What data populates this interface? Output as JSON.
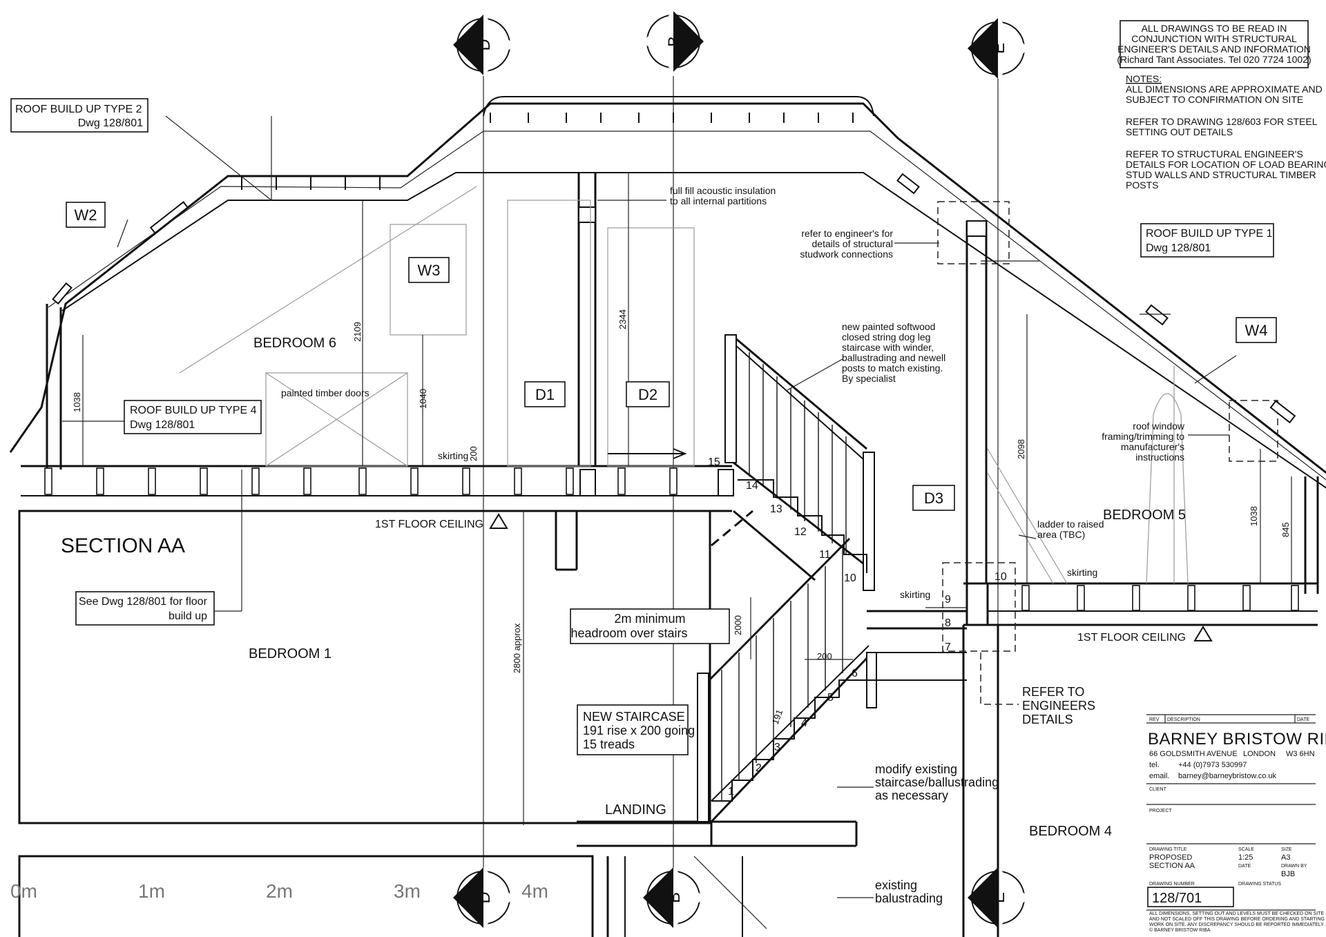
{
  "section_title": "SECTION AA",
  "grid_markers": [
    {
      "label": "D",
      "id": "top-d"
    },
    {
      "label": "B",
      "id": "top-b"
    },
    {
      "label": "E",
      "id": "top-e"
    },
    {
      "label": "D",
      "id": "bottom-d"
    },
    {
      "label": "B",
      "id": "bottom-b"
    },
    {
      "label": "E",
      "id": "bottom-e"
    }
  ],
  "general_notes": {
    "box_lines": [
      "ALL DRAWINGS TO BE READ IN",
      "CONJUNCTION WITH STRUCTURAL",
      "ENGINEER'S DETAILS AND INFORMATION",
      "(Richard Tant Associates. Tel 020 7724 1002)"
    ],
    "heading": "NOTES:",
    "lines": [
      "ALL DIMENSIONS ARE APPROXIMATE AND",
      "SUBJECT TO CONFIRMATION ON SITE",
      "REFER TO DRAWING 128/603  FOR STEEL",
      "SETTING OUT DETAILS",
      "REFER TO STRUCTURAL ENGINEER'S",
      "DETAILS FOR LOCATION OF LOAD BEARING",
      "STUD WALLS AND STRUCTURAL TIMBER",
      "POSTS"
    ]
  },
  "callouts": {
    "roof2": [
      "ROOF BUILD UP TYPE 2",
      "Dwg 128/801"
    ],
    "roof1": [
      "ROOF BUILD UP TYPE 1",
      "Dwg 128/801"
    ],
    "roof4": [
      "ROOF BUILD UP TYPE 4",
      "Dwg 128/801"
    ],
    "floor": [
      "See Dwg 128/801 for floor",
      "build up"
    ],
    "headroom": [
      "2m minimum",
      "headroom over stairs"
    ],
    "staircase": [
      "NEW STAIRCASE",
      "191 rise x 200 going",
      "15 treads"
    ],
    "engineers": [
      "REFER TO",
      "ENGINEERS",
      "DETAILS"
    ]
  },
  "annotations": {
    "acoustic": [
      "full fill acoustic insulation",
      "to all internal partitions"
    ],
    "studwork": [
      "refer to engineer's for",
      "details of structural",
      "studwork connections"
    ],
    "stair_spec": [
      "new painted softwood",
      "closed string dog leg",
      "staircase with winder,",
      "ballustrading and newell",
      "posts to match existing.",
      "By specialist"
    ],
    "roof_window": [
      "roof window",
      "framing/trimming to",
      "manufacturer's",
      "instructions"
    ],
    "ladder": [
      "ladder to raised",
      "area (TBC)"
    ],
    "painted_doors": "painted timber doors",
    "skirting": "skirting",
    "modify": [
      "modify existing",
      "staircase/ballustrading",
      "as necessary"
    ],
    "existing_balustrading": [
      "existing",
      "balustrading"
    ]
  },
  "tags": {
    "windows": [
      "W2",
      "W3",
      "W4"
    ],
    "doors": [
      "D1",
      "D2",
      "D3"
    ]
  },
  "rooms": {
    "bedroom6": "BEDROOM 6",
    "bedroom5": "BEDROOM 5",
    "bedroom1": "BEDROOM 1",
    "bedroom4": "BEDROOM 4",
    "landing": "LANDING"
  },
  "levels": {
    "left": "1ST FLOOR CEILING",
    "right": "1ST FLOOR CEILING"
  },
  "dimensions": {
    "d1038_left": "1038",
    "d2109": "2109",
    "d1040": "1040",
    "d2344": "2344",
    "d200_skirting": "200",
    "d2098": "2098",
    "d1038_right": "1038",
    "d845": "845",
    "d2000": "2000",
    "d2800": "2800 approx",
    "d200_tread": "200",
    "d191": "191"
  },
  "steps_upper": [
    "15",
    "14",
    "13",
    "12",
    "11",
    "10"
  ],
  "steps_right": [
    "10",
    "9",
    "8",
    "7"
  ],
  "steps_lower": [
    "6",
    "5",
    "4",
    "3",
    "2",
    "1"
  ],
  "scale_bar": [
    "0m",
    "1m",
    "2m",
    "3m",
    "4m"
  ],
  "title_block": {
    "rev": "REV",
    "description": "DESCRIPTION",
    "date_col": "DATE",
    "practice": "BARNEY BRISTOW RIBA",
    "address": "66 GOLDSMITH AVENUE",
    "city": "LONDON",
    "postcode": "W3 6HN",
    "tel_label": "tel.",
    "tel": "+44 (0)7973 530997",
    "email_label": "email.",
    "email": "barney@barneybristow.co.uk",
    "client_label": "CLIENT",
    "project_label": "PROJECT",
    "drawing_title_label": "DRAWING TITLE",
    "drawing_title": [
      "PROPOSED",
      "SECTION AA"
    ],
    "scale_label": "SCALE",
    "scale": "1:25",
    "size_label": "SIZE",
    "size": "A3",
    "date_label": "DATE",
    "drawn_label": "DRAWN BY",
    "drawn": "BJB",
    "number_label": "DRAWING NUMBER",
    "status_label": "DRAWING STATUS",
    "number": "128/701",
    "disclaimer": [
      "ALL DIMENSIONS, SETTING OUT AND LEVELS MUST BE CHECKED ON SITE",
      "AND NOT SCALED OFF THIS DRAWING BEFORE ORDERING AND STARTING",
      "WORK ON SITE. ANY DISCREPANCY SHOULD BE REPORTED IMMEDIATELY.",
      "© BARNEY BRISTOW RIBA"
    ]
  }
}
